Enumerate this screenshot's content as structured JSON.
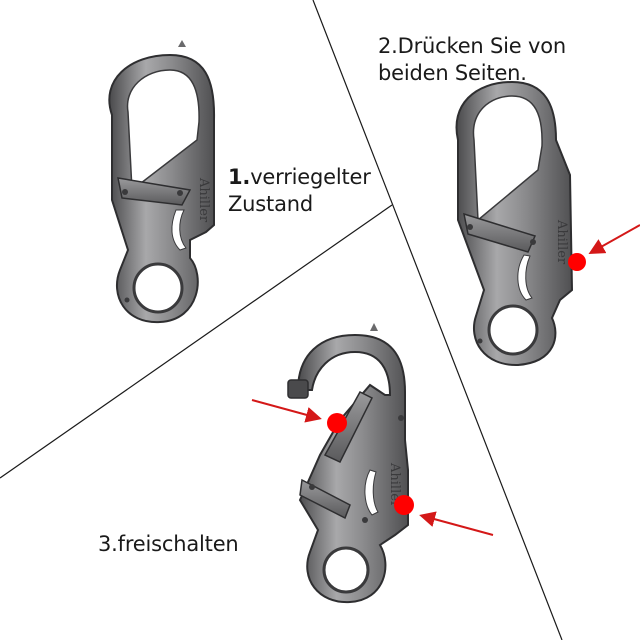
{
  "steps": [
    {
      "number": "1.",
      "text_line1": "verriegelter",
      "text_line2": "Zustand"
    },
    {
      "line1": "2.Drücken Sie von",
      "line2": "beiden Seiten."
    },
    {
      "text": "3.freischalten"
    }
  ],
  "engraving": "Ahiller",
  "colors": {
    "metal": "#8a8a8c",
    "metal_dark": "#3e3e40",
    "metal_light": "#c4c4c6",
    "marker": "#ff0000",
    "arrow": "#d41818",
    "divider": "#1a1a1a",
    "background": "#ffffff"
  }
}
